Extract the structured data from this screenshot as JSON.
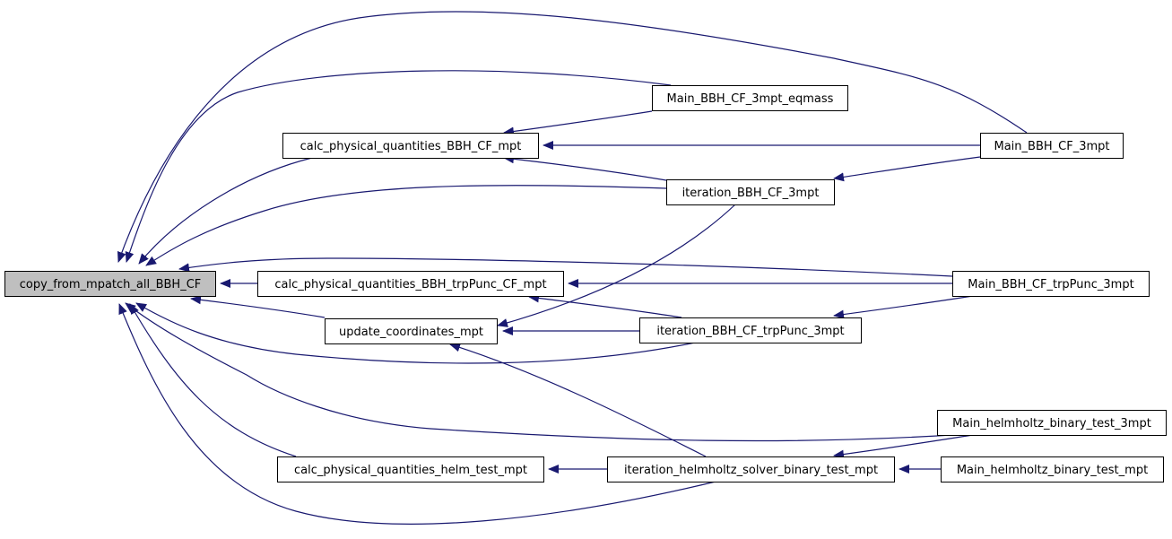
{
  "diagram": {
    "type": "caller-graph",
    "colors": {
      "edge": "#191970",
      "node_fill": "#ffffff",
      "focus_fill": "#bfbfbf",
      "node_border": "#000000"
    },
    "nodes": [
      {
        "id": "copy_from_mpatch_all_BBH_CF",
        "label": "copy_from_mpatch_all_BBH_CF",
        "focus": true
      },
      {
        "id": "calc_physical_quantities_BBH_CF_mpt",
        "label": "calc_physical_quantities_BBH_CF_mpt"
      },
      {
        "id": "calc_physical_quantities_BBH_trpPunc_CF_mpt",
        "label": "calc_physical_quantities_BBH_trpPunc_CF_mpt"
      },
      {
        "id": "update_coordinates_mpt",
        "label": "update_coordinates_mpt"
      },
      {
        "id": "calc_physical_quantities_helm_test_mpt",
        "label": "calc_physical_quantities_helm_test_mpt"
      },
      {
        "id": "Main_BBH_CF_3mpt_eqmass",
        "label": "Main_BBH_CF_3mpt_eqmass"
      },
      {
        "id": "iteration_BBH_CF_3mpt",
        "label": "iteration_BBH_CF_3mpt"
      },
      {
        "id": "iteration_BBH_CF_trpPunc_3mpt",
        "label": "iteration_BBH_CF_trpPunc_3mpt"
      },
      {
        "id": "iteration_helmholtz_solver_binary_test_mpt",
        "label": "iteration_helmholtz_solver_binary_test_mpt"
      },
      {
        "id": "Main_BBH_CF_3mpt",
        "label": "Main_BBH_CF_3mpt"
      },
      {
        "id": "Main_BBH_CF_trpPunc_3mpt",
        "label": "Main_BBH_CF_trpPunc_3mpt"
      },
      {
        "id": "Main_helmholtz_binary_test_3mpt",
        "label": "Main_helmholtz_binary_test_3mpt"
      },
      {
        "id": "Main_helmholtz_binary_test_mpt",
        "label": "Main_helmholtz_binary_test_mpt"
      }
    ],
    "edges": [
      {
        "from": "calc_physical_quantities_BBH_CF_mpt",
        "to": "copy_from_mpatch_all_BBH_CF"
      },
      {
        "from": "Main_BBH_CF_3mpt_eqmass",
        "to": "copy_from_mpatch_all_BBH_CF"
      },
      {
        "from": "Main_BBH_CF_3mpt",
        "to": "copy_from_mpatch_all_BBH_CF"
      },
      {
        "from": "iteration_BBH_CF_3mpt",
        "to": "copy_from_mpatch_all_BBH_CF"
      },
      {
        "from": "Main_BBH_CF_trpPunc_3mpt",
        "to": "copy_from_mpatch_all_BBH_CF"
      },
      {
        "from": "calc_physical_quantities_BBH_trpPunc_CF_mpt",
        "to": "copy_from_mpatch_all_BBH_CF"
      },
      {
        "from": "update_coordinates_mpt",
        "to": "copy_from_mpatch_all_BBH_CF"
      },
      {
        "from": "iteration_BBH_CF_trpPunc_3mpt",
        "to": "copy_from_mpatch_all_BBH_CF"
      },
      {
        "from": "Main_helmholtz_binary_test_3mpt",
        "to": "copy_from_mpatch_all_BBH_CF"
      },
      {
        "from": "calc_physical_quantities_helm_test_mpt",
        "to": "copy_from_mpatch_all_BBH_CF"
      },
      {
        "from": "iteration_helmholtz_solver_binary_test_mpt",
        "to": "copy_from_mpatch_all_BBH_CF"
      },
      {
        "from": "Main_BBH_CF_3mpt_eqmass",
        "to": "calc_physical_quantities_BBH_CF_mpt"
      },
      {
        "from": "Main_BBH_CF_3mpt",
        "to": "calc_physical_quantities_BBH_CF_mpt"
      },
      {
        "from": "iteration_BBH_CF_3mpt",
        "to": "calc_physical_quantities_BBH_CF_mpt"
      },
      {
        "from": "Main_BBH_CF_3mpt",
        "to": "iteration_BBH_CF_3mpt"
      },
      {
        "from": "Main_BBH_CF_trpPunc_3mpt",
        "to": "calc_physical_quantities_BBH_trpPunc_CF_mpt"
      },
      {
        "from": "iteration_BBH_CF_trpPunc_3mpt",
        "to": "calc_physical_quantities_BBH_trpPunc_CF_mpt"
      },
      {
        "from": "Main_BBH_CF_trpPunc_3mpt",
        "to": "iteration_BBH_CF_trpPunc_3mpt"
      },
      {
        "from": "iteration_BBH_CF_3mpt",
        "to": "update_coordinates_mpt"
      },
      {
        "from": "iteration_BBH_CF_trpPunc_3mpt",
        "to": "update_coordinates_mpt"
      },
      {
        "from": "iteration_helmholtz_solver_binary_test_mpt",
        "to": "update_coordinates_mpt"
      },
      {
        "from": "iteration_helmholtz_solver_binary_test_mpt",
        "to": "calc_physical_quantities_helm_test_mpt"
      },
      {
        "from": "Main_helmholtz_binary_test_3mpt",
        "to": "iteration_helmholtz_solver_binary_test_mpt"
      },
      {
        "from": "Main_helmholtz_binary_test_mpt",
        "to": "iteration_helmholtz_solver_binary_test_mpt"
      }
    ]
  }
}
